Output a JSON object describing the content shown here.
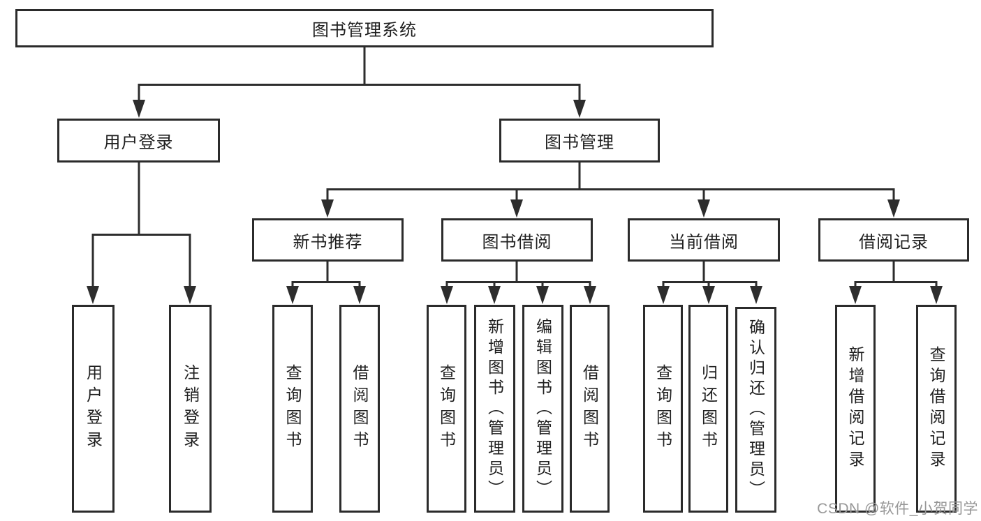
{
  "tree": {
    "label": "图书管理系统",
    "children": [
      {
        "label": "用户登录",
        "children": [
          {
            "label": "用户登录"
          },
          {
            "label": "注销登录"
          }
        ]
      },
      {
        "label": "图书管理",
        "children": [
          {
            "label": "新书推荐",
            "children": [
              {
                "label": "查询图书"
              },
              {
                "label": "借阅图书"
              }
            ]
          },
          {
            "label": "图书借阅",
            "children": [
              {
                "label": "查询图书"
              },
              {
                "label": "新增图书（管理员）"
              },
              {
                "label": "编辑图书（管理员）"
              },
              {
                "label": "借阅图书"
              }
            ]
          },
          {
            "label": "当前借阅",
            "children": [
              {
                "label": "查询图书"
              },
              {
                "label": "归还图书"
              },
              {
                "label": "确认归还（管理员）"
              }
            ]
          },
          {
            "label": "借阅记录",
            "children": [
              {
                "label": "新增借阅记录"
              },
              {
                "label": "查询借阅记录"
              }
            ]
          }
        ]
      }
    ]
  },
  "watermark": {
    "text": "CSDN @软件_小贺同学"
  },
  "colors": {
    "line": "#2d2d2d",
    "box_border": "#2b2b2b",
    "text": "#1f1f1f",
    "watermark": "#979797",
    "background": "#ffffff"
  }
}
